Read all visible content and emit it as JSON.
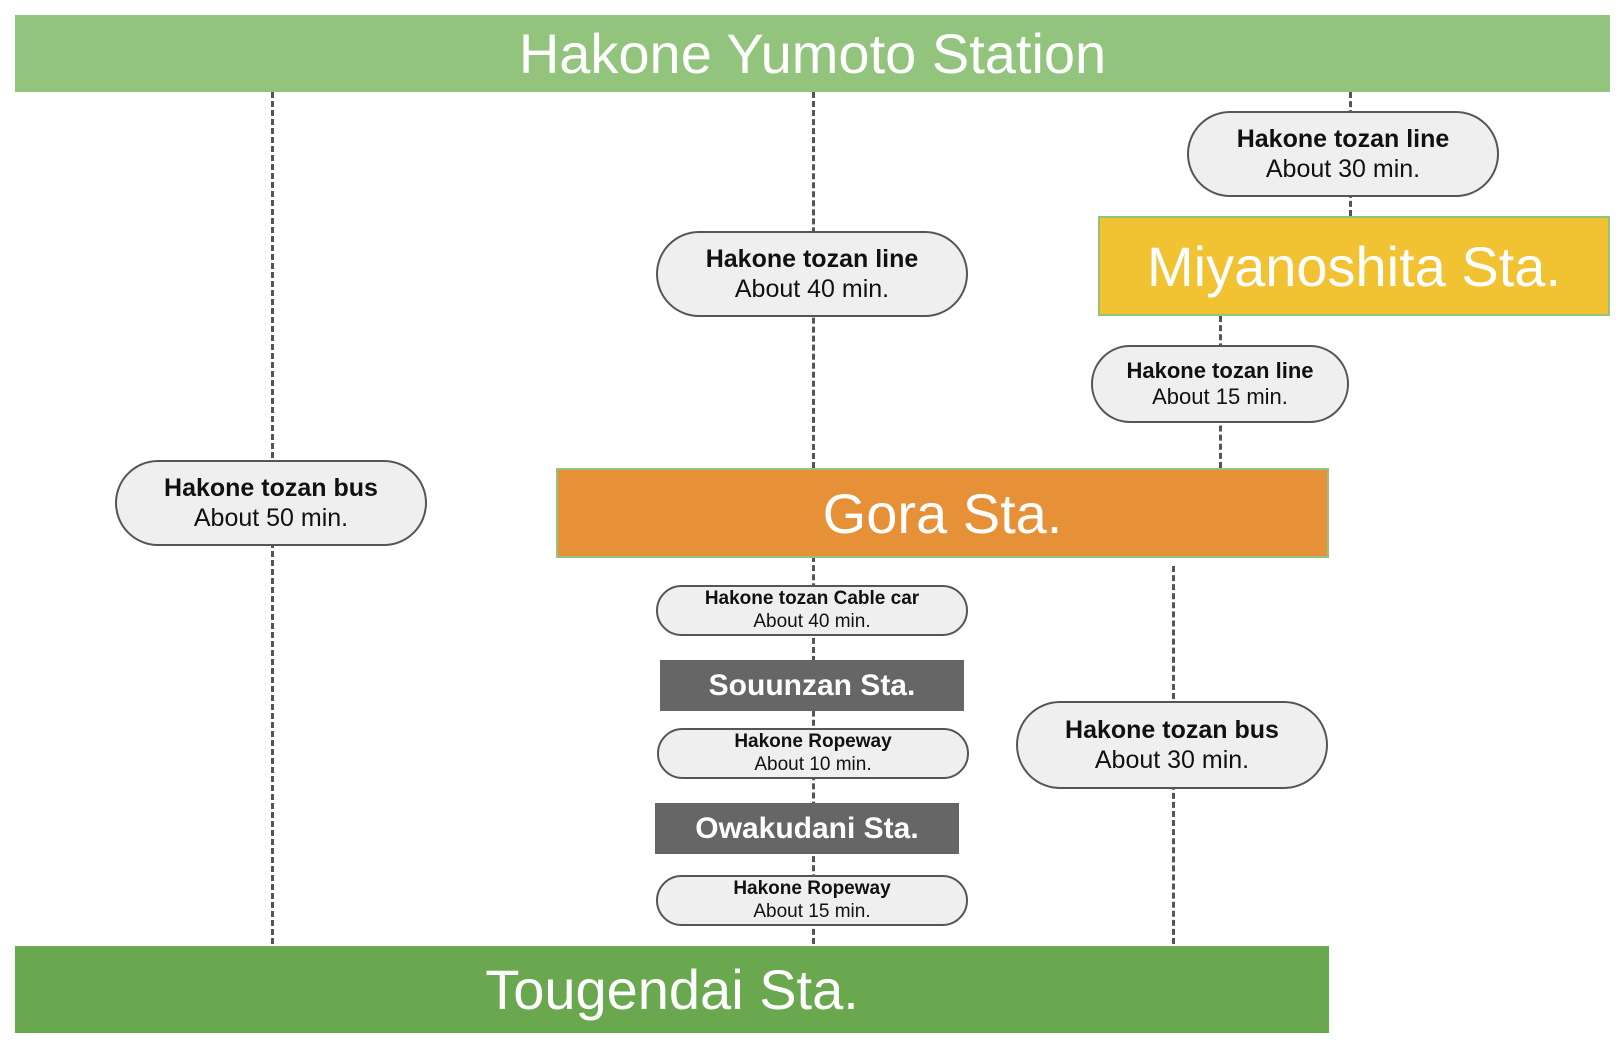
{
  "stations": {
    "yumoto": {
      "label": "Hakone Yumoto Station",
      "color": "#93c47d"
    },
    "miyanoshita": {
      "label": "Miyanoshita Sta.",
      "color": "#f1c232"
    },
    "gora": {
      "label": "Gora Sta.",
      "color": "#e69138"
    },
    "souunzan": {
      "label": "Souunzan Sta.",
      "color": "#666666"
    },
    "owakudani": {
      "label": "Owakudani Sta.",
      "color": "#666666"
    },
    "tougendai": {
      "label": "Tougendai Sta.",
      "color": "#6aa84f"
    }
  },
  "routes": {
    "bus_50": {
      "line": "Hakone tozan bus",
      "time": "About 50 min."
    },
    "line_40": {
      "line": "Hakone tozan line",
      "time": "About 40 min."
    },
    "line_30": {
      "line": "Hakone tozan line",
      "time": "About 30 min."
    },
    "line_15": {
      "line": "Hakone tozan line",
      "time": "About 15 min."
    },
    "cable_40": {
      "line": "Hakone tozan Cable car",
      "time": "About 40 min."
    },
    "ropeway_10": {
      "line": "Hakone Ropeway",
      "time": "About 10 min."
    },
    "ropeway_15": {
      "line": "Hakone Ropeway",
      "time": "About 15 min."
    },
    "bus_30": {
      "line": "Hakone tozan bus",
      "time": "About 30 min."
    }
  }
}
